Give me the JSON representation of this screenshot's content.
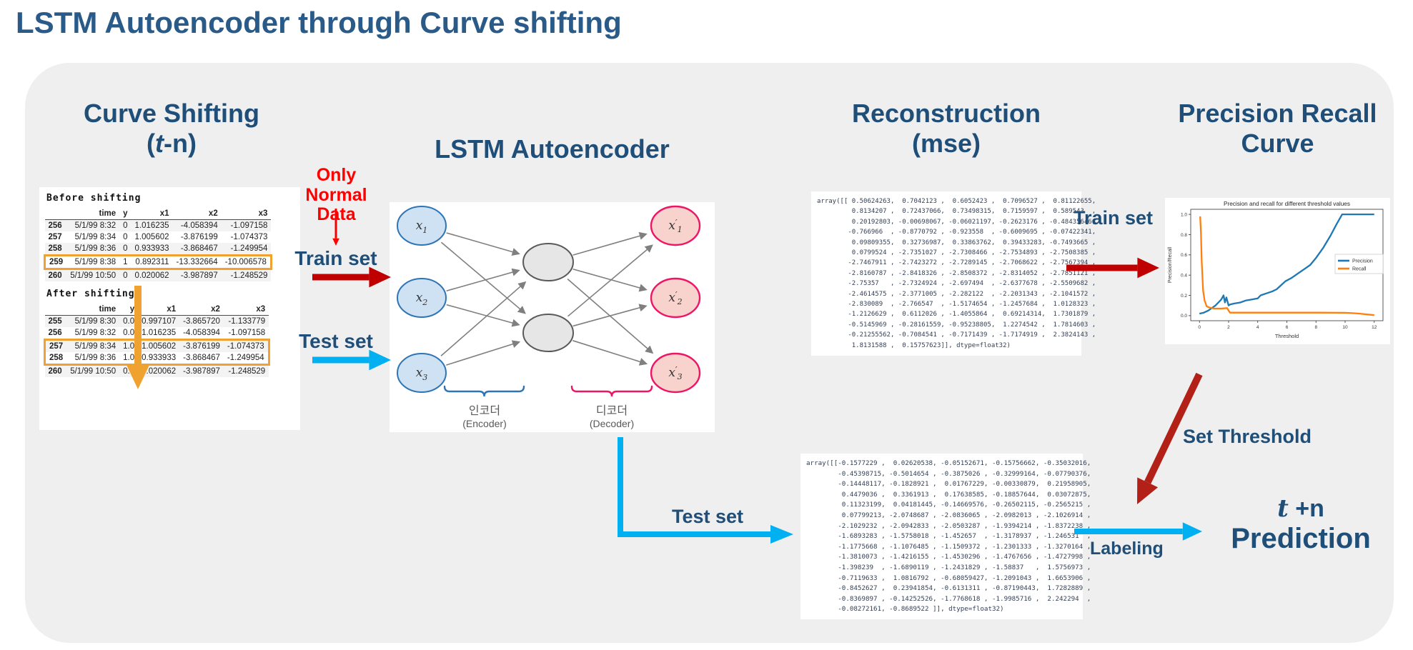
{
  "page": {
    "title": "LSTM Autoencoder through Curve shifting",
    "background": "#ffffff",
    "panel_bg": "#efefef"
  },
  "colors": {
    "heading_blue": "#1f4e79",
    "title_blue": "#2a5a88",
    "red": "#ff0000",
    "dark_red": "#c00000",
    "diag_red": "#b32017",
    "cyan": "#00b0f0",
    "orange": "#f0a231",
    "edge_gray": "#7f7f7f",
    "input_fill": "#cfe2f3",
    "input_border": "#2e75b6",
    "hidden_fill": "#e6e6e6",
    "hidden_border": "#595959",
    "output_fill": "#f8d2cc",
    "output_border": "#ee1566"
  },
  "headings": {
    "col1": {
      "line1": "Curve Shifting",
      "open": "(",
      "t": "t",
      "rest": "-n)"
    },
    "col2": "LSTM Autoencoder",
    "col3": {
      "line1": "Reconstruction",
      "line2": "(mse)"
    },
    "col4": {
      "line1": "Precision Recall",
      "line2": "Curve"
    }
  },
  "tables": {
    "before": {
      "title": "Before shifting",
      "columns": [
        "time",
        "y",
        "x1",
        "x2",
        "x3"
      ],
      "rows": [
        [
          "256",
          "5/1/99 8:32",
          "0",
          "1.016235",
          "-4.058394",
          "-1.097158"
        ],
        [
          "257",
          "5/1/99 8:34",
          "0",
          "1.005602",
          "-3.876199",
          "-1.074373"
        ],
        [
          "258",
          "5/1/99 8:36",
          "0",
          "0.933933",
          "-3.868467",
          "-1.249954"
        ],
        [
          "259",
          "5/1/99 8:38",
          "1",
          "0.892311",
          "-13.332664",
          "-10.006578"
        ],
        [
          "260",
          "5/1/99 10:50",
          "0",
          "0.020062",
          "-3.987897",
          "-1.248529"
        ]
      ],
      "highlight": [
        [
          3
        ]
      ]
    },
    "after": {
      "title": "After shifting",
      "columns": [
        "time",
        "y",
        "x1",
        "x2",
        "x3"
      ],
      "rows": [
        [
          "255",
          "5/1/99 8:30",
          "0.0",
          "0.997107",
          "-3.865720",
          "-1.133779"
        ],
        [
          "256",
          "5/1/99 8:32",
          "0.0",
          "1.016235",
          "-4.058394",
          "-1.097158"
        ],
        [
          "257",
          "5/1/99 8:34",
          "1.0",
          "1.005602",
          "-3.876199",
          "-1.074373"
        ],
        [
          "258",
          "5/1/99 8:36",
          "1.0",
          "0.933933",
          "-3.868467",
          "-1.249954"
        ],
        [
          "260",
          "5/1/99 10:50",
          "0.0",
          "0.020062",
          "-3.987897",
          "-1.248529"
        ]
      ],
      "highlight": [
        [
          2,
          3
        ]
      ]
    }
  },
  "flow": {
    "only_normal_line1": "Only",
    "only_normal_line2": "Normal Data",
    "train_set_left": "Train set",
    "test_set_left": "Test set",
    "train_set_right": "Train set",
    "test_set_bottom": "Test set",
    "set_threshold": "Set Threshold",
    "labeling": "Labeling",
    "prediction": {
      "t": "t",
      "rest": " +n",
      "line2": "Prediction"
    }
  },
  "network": {
    "inputs": [
      {
        "base": "x",
        "sub": "1"
      },
      {
        "base": "x",
        "sub": "2"
      },
      {
        "base": "x",
        "sub": "3"
      }
    ],
    "hidden_count": 2,
    "outputs": [
      {
        "base": "x",
        "prime": true,
        "sub": "1"
      },
      {
        "base": "x",
        "prime": true,
        "sub": "2"
      },
      {
        "base": "x",
        "prime": true,
        "sub": "3"
      }
    ],
    "encoder_label_kr": "인코더",
    "encoder_label_en": "(Encoder)",
    "decoder_label_kr": "디코더",
    "decoder_label_en": "(Decoder)"
  },
  "arrays": {
    "reconstruction_lines": [
      "array([[ 0.50624263,  0.7042123 ,  0.6052423 ,  0.7096527 ,  0.81122655,",
      "         0.8134207 ,  0.72437066,  0.73498315,  0.7159597 ,  0.589543  ,",
      "         0.20192803, -0.00698067, -0.06021197, -0.2623176 , -0.48435646,",
      "        -0.766966  , -0.8770792 , -0.923558  , -0.6009695 , -0.07422341,",
      "         0.09809355,  0.32736987,  0.33863762,  0.39433283, -0.7493665 ,",
      "         0.0799524 , -2.7351027 , -2.7308466 , -2.7534893 , -2.7508385 ,",
      "        -2.7467911 , -2.7423272 , -2.7289145 , -2.7068622 , -2.7567394 ,",
      "        -2.8160787 , -2.8418326 , -2.8508372 , -2.8314052 , -2.7851121 ,",
      "        -2.75357   , -2.7324924 , -2.697494  , -2.6377678 , -2.5509682 ,",
      "        -2.4614575 , -2.3771005 , -2.282122  , -2.2031343 , -2.1041572 ,",
      "        -2.830089  , -2.766547  , -1.5174654 , -1.2457684 ,  1.0128323 ,",
      "        -1.2126629 ,  0.6112026 , -1.4055864 ,  0.69214314,  1.7301879 ,",
      "        -0.5145969 , -0.28161559, -0.95238805,  1.2274542 ,  1.7814603 ,",
      "        -0.21255562, -0.7084541 , -0.7171439 , -1.7174919 ,  2.3824143 ,",
      "         1.8131588 ,  0.15757623]], dtype=float32)"
    ],
    "test_lines": [
      "array([[-0.1577229 ,  0.02620538, -0.05152671, -0.15756662, -0.35032016,",
      "        -0.45398715, -0.5014654 , -0.3875026 , -0.32999164, -0.07790376,",
      "        -0.14448117, -0.1828921 ,  0.01767229, -0.00330879,  0.21958905,",
      "         0.4479036 ,  0.3361913 ,  0.17638585, -0.18857644,  0.03072875,",
      "         0.11323199,  0.04181445, -0.14669576, -0.26502115, -0.2565215 ,",
      "         0.07799213, -2.0748687 , -2.0836065 , -2.0982013 , -2.1026914 ,",
      "        -2.1029232 , -2.0942833 , -2.0503287 , -1.9394214 , -1.8372238 ,",
      "        -1.6893283 , -1.5758018 , -1.452657  , -1.3178937 , -1.246531  ,",
      "        -1.1775668 , -1.1076485 , -1.1509372 , -1.2301333 , -1.3270164 ,",
      "        -1.3810073 , -1.4216155 , -1.4530296 , -1.4767656 , -1.4727998 ,",
      "        -1.398239  , -1.6890119 , -1.2431829 , -1.58837   ,  1.5756973 ,",
      "        -0.7119633 ,  1.0816792 , -0.68059427, -1.2091043 ,  1.6653906 ,",
      "        -0.8452627 ,  0.23941854, -0.6131311 , -0.87190443,  1.7282889 ,",
      "        -0.8369897 , -0.14252526, -1.7768618 , -1.9985716 ,  2.242294  ,",
      "        -0.08272161, -0.8689522 ]], dtype=float32)"
    ]
  },
  "chart_data": {
    "type": "line",
    "title": "Precision and recall for different threshold values",
    "xlabel": "Threshold",
    "ylabel": "Precision/Recall",
    "xlim": [
      -0.6,
      12.6
    ],
    "ylim": [
      -0.05,
      1.05
    ],
    "xticks": [
      0,
      2,
      4,
      6,
      8,
      10,
      12
    ],
    "yticks": [
      0.0,
      0.2,
      0.4,
      0.6,
      0.8,
      1.0
    ],
    "grid": false,
    "legend_position": "center right",
    "series": [
      {
        "name": "Precision",
        "color": "#1f77b4",
        "x": [
          0,
          0.3,
          0.6,
          0.9,
          1.1,
          1.3,
          1.5,
          1.65,
          1.75,
          1.85,
          2.0,
          2.1,
          2.4,
          2.8,
          3.2,
          3.6,
          4.0,
          4.2,
          4.6,
          5.0,
          5.3,
          5.6,
          5.9,
          6.3,
          6.8,
          7.3,
          7.6,
          8.0,
          8.5,
          9.0,
          9.4,
          9.8,
          12.0
        ],
        "y": [
          0.02,
          0.03,
          0.05,
          0.08,
          0.1,
          0.13,
          0.16,
          0.2,
          0.13,
          0.18,
          0.1,
          0.11,
          0.12,
          0.13,
          0.15,
          0.16,
          0.17,
          0.2,
          0.22,
          0.24,
          0.26,
          0.3,
          0.34,
          0.37,
          0.42,
          0.47,
          0.5,
          0.57,
          0.67,
          0.79,
          0.9,
          1.0,
          1.0
        ]
      },
      {
        "name": "Recall",
        "color": "#ff7f0e",
        "x": [
          0.05,
          0.1,
          0.15,
          0.25,
          0.35,
          0.5,
          0.7,
          1.0,
          1.5,
          1.9,
          2.0,
          2.1,
          3.0,
          4.0,
          6.0,
          8.0,
          10.0,
          10.5,
          11.0,
          11.5,
          12.0
        ],
        "y": [
          0.98,
          0.82,
          0.55,
          0.25,
          0.15,
          0.09,
          0.08,
          0.07,
          0.07,
          0.075,
          0.05,
          0.03,
          0.03,
          0.03,
          0.03,
          0.03,
          0.028,
          0.025,
          0.02,
          0.012,
          0.005
        ]
      }
    ]
  }
}
